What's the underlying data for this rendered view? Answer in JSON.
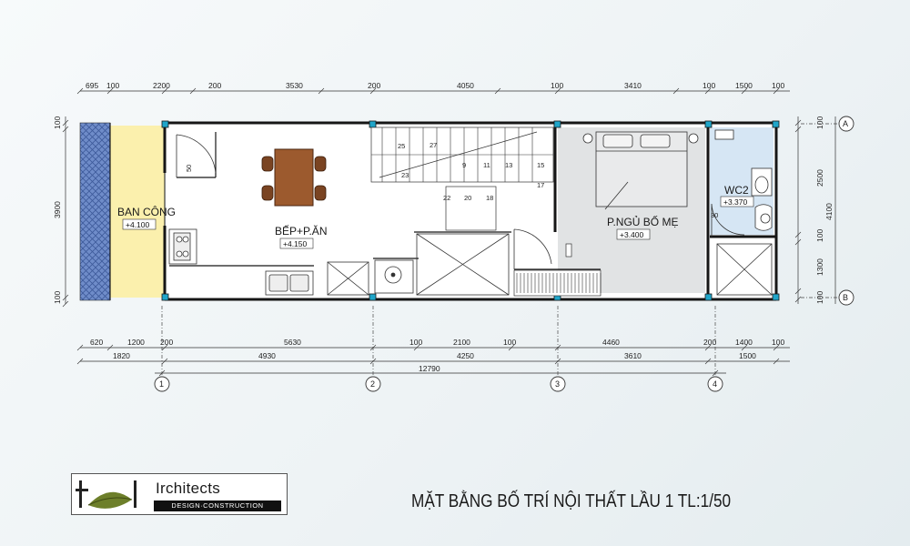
{
  "drawing": {
    "title": "MẶT BẰNG BỐ TRÍ NỘI THẤT LẦU 1   TL:1/50",
    "top_dims": [
      "695",
      "100",
      "2200",
      "200",
      "3530",
      "200",
      "4050",
      "100",
      "3410",
      "100",
      "1500",
      "100"
    ],
    "bottom_dims_row1": [
      "620",
      "1200",
      "200",
      "5630",
      "100",
      "2100",
      "100",
      "4460",
      "200",
      "1400",
      "100"
    ],
    "bottom_dims_row2": [
      "1820",
      "4930",
      "4250",
      "3610",
      "1500"
    ],
    "overall": "12790",
    "left_dims": [
      "100",
      "3900",
      "100"
    ],
    "right_dims_inner": [
      "100",
      "2500",
      "100",
      "1300",
      "100"
    ],
    "right_dim_total": "4100",
    "grid_cols": [
      "1",
      "2",
      "3",
      "4"
    ],
    "grid_rows": [
      "A",
      "B"
    ]
  },
  "rooms": {
    "balcony": {
      "name": "BAN CÔNG",
      "level": "+4.100"
    },
    "kitchen": {
      "name": "BẾP+P.ĂN",
      "level": "+4.150"
    },
    "bedroom": {
      "name": "P.NGỦ BỐ MẸ",
      "level": "+3.400"
    },
    "wc": {
      "name": "WC2",
      "level": "+3.370"
    }
  },
  "small_labels": {
    "door_50": "50",
    "door_30": "30"
  },
  "stairs": {
    "top_row": [
      "25",
      "27",
      "9",
      "11",
      "13",
      "15"
    ],
    "mid_row": [
      "23",
      "17"
    ],
    "low_row": [
      "22",
      "20",
      "18"
    ]
  },
  "logo": {
    "brand": "Irchitects",
    "tagline": "DESIGN·CONSTRUCTION"
  },
  "colors": {
    "balcony_fill": "#fbf0ad",
    "bedroom_fill": "#e1e3e4",
    "wc_fill": "#d6e6f4",
    "wall": "#161616",
    "column_accent": "#1fa5c9",
    "facade_tile": "#5d7bbd"
  }
}
